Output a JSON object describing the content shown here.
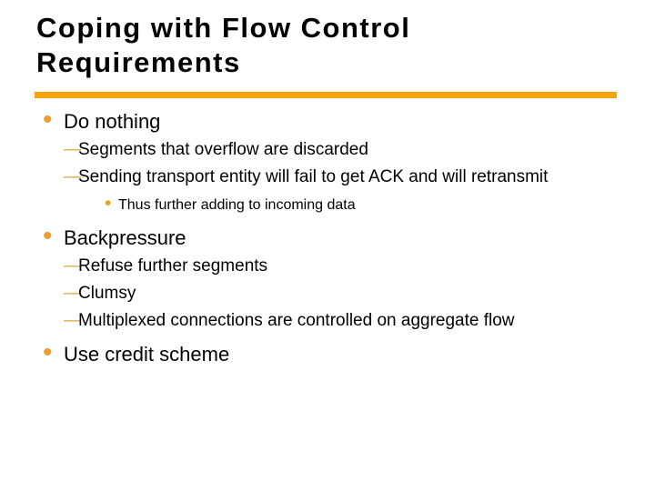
{
  "slide": {
    "title": {
      "full": "Coping with Flow Control Requirements",
      "lines": [
        "Coping with Flow Control",
        "Requirements"
      ]
    },
    "markers": {
      "level1": "•",
      "level2": "—",
      "level3": "•"
    },
    "bullets": [
      {
        "level": 1,
        "text": "Do nothing"
      },
      {
        "level": 2,
        "text": "Segments that overflow are discarded"
      },
      {
        "level": 2,
        "text": "Sending transport entity will fail to get ACK and will retransmit"
      },
      {
        "level": 3,
        "text": "Thus further adding to incoming data"
      },
      {
        "level": 1,
        "text": "Backpressure"
      },
      {
        "level": 2,
        "text": "Refuse further segments"
      },
      {
        "level": 2,
        "text": "Clumsy"
      },
      {
        "level": 2,
        "text": "Multiplexed connections are controlled on aggregate flow"
      },
      {
        "level": 1,
        "text": "Use credit scheme"
      }
    ],
    "colors": {
      "background": "#FFFFFF",
      "title_text": "#000000",
      "body_text": "#000000",
      "underline": "#F5A30B",
      "bullet": "#EF9E2B",
      "dash": "#D8A843"
    }
  }
}
